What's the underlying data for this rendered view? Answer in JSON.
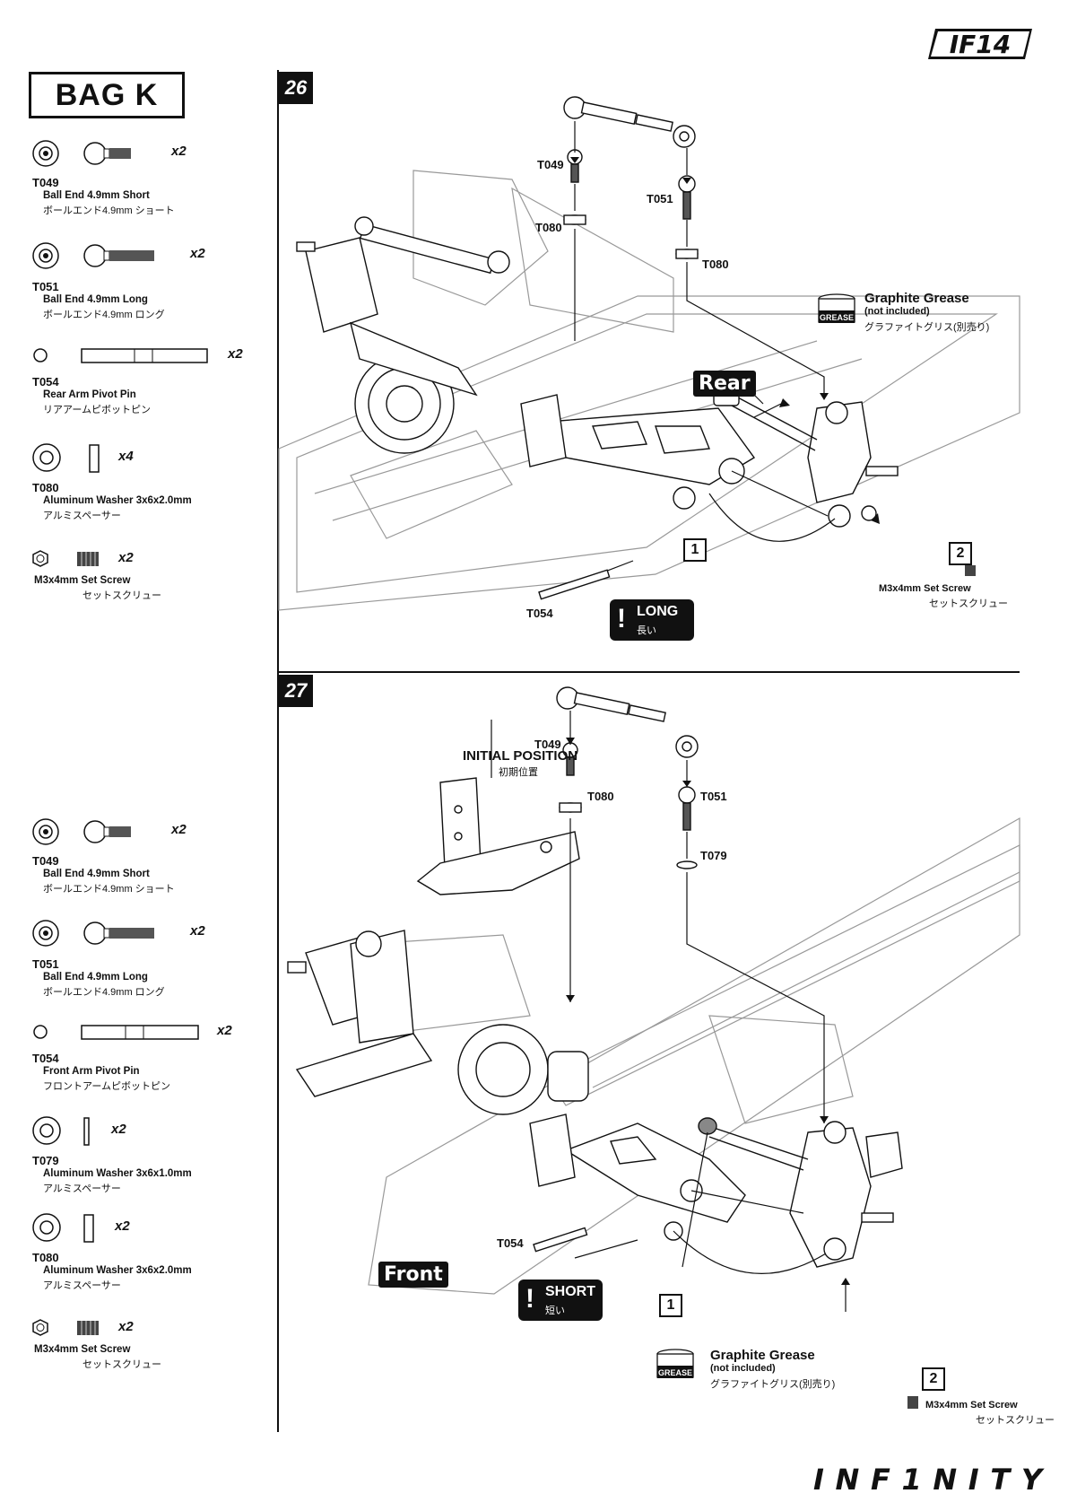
{
  "header": {
    "logo_text": "IF14"
  },
  "bag": {
    "title": "BAG K"
  },
  "parts_step26": [
    {
      "code": "T049",
      "name": "Ball End 4.9mm Short",
      "jp": "ボールエンド4.9mm ショート",
      "qty": "x2",
      "icon": "ball-end-short-icon"
    },
    {
      "code": "T051",
      "name": "Ball End 4.9mm Long",
      "jp": "ボールエンド4.9mm ロング",
      "qty": "x2",
      "icon": "ball-end-long-icon"
    },
    {
      "code": "T054",
      "name": "Rear Arm Pivot Pin",
      "jp": "リアアームピボットピン",
      "qty": "x2",
      "icon": "pivot-pin-icon"
    },
    {
      "code": "T080",
      "name": "Aluminum Washer 3x6x2.0mm",
      "jp": "アルミスペーサー",
      "qty": "x4",
      "icon": "washer-icon"
    },
    {
      "code": "",
      "name": "M3x4mm Set Screw",
      "jp": "セットスクリュー",
      "qty": "x2",
      "icon": "set-screw-icon"
    }
  ],
  "parts_step27": [
    {
      "code": "T049",
      "name": "Ball End 4.9mm Short",
      "jp": "ボールエンド4.9mm ショート",
      "qty": "x2",
      "icon": "ball-end-short-icon"
    },
    {
      "code": "T051",
      "name": "Ball End 4.9mm Long",
      "jp": "ボールエンド4.9mm ロング",
      "qty": "x2",
      "icon": "ball-end-long-icon"
    },
    {
      "code": "T054",
      "name": "Front Arm Pivot Pin",
      "jp": "フロントアームピボットピン",
      "qty": "x2",
      "icon": "pivot-pin-icon"
    },
    {
      "code": "T079",
      "name": "Aluminum Washer 3x6x1.0mm",
      "jp": "アルミスペーサー",
      "qty": "x2",
      "icon": "washer-icon"
    },
    {
      "code": "T080",
      "name": "Aluminum Washer 3x6x2.0mm",
      "jp": "アルミスペーサー",
      "qty": "x2",
      "icon": "washer-icon"
    },
    {
      "code": "",
      "name": "M3x4mm Set Screw",
      "jp": "セットスクリュー",
      "qty": "x2",
      "icon": "set-screw-icon"
    }
  ],
  "step26": {
    "number": "26",
    "labels": {
      "t049": "T049",
      "t051": "T051",
      "t080a": "T080",
      "t080b": "T080",
      "t054": "T054"
    },
    "grease": {
      "title": "Graphite Grease",
      "note": "(not included)",
      "jp": "グラファイトグリス(別売り)",
      "icon_text": "GREASE"
    },
    "direction": "Rear",
    "warning": {
      "label": "LONG",
      "jp": "長い"
    },
    "steps": [
      "1",
      "2"
    ],
    "screw": {
      "name": "M3x4mm Set Screw",
      "jp": "セットスクリュー"
    }
  },
  "step27": {
    "number": "27",
    "initial_position": {
      "title": "INITIAL POSITION",
      "jp": "初期位置"
    },
    "labels": {
      "t049": "T049",
      "t051": "T051",
      "t080": "T080",
      "t079": "T079",
      "t054": "T054"
    },
    "grease": {
      "title": "Graphite Grease",
      "note": "(not included)",
      "jp": "グラファイトグリス(別売り)",
      "icon_text": "GREASE"
    },
    "direction": "Front",
    "warning": {
      "label": "SHORT",
      "jp": "短い"
    },
    "steps": [
      "1",
      "2"
    ],
    "screw": {
      "name": "M3x4mm Set Screw",
      "jp": "セットスクリュー"
    }
  },
  "footer": {
    "brand": "INF1NITY"
  }
}
